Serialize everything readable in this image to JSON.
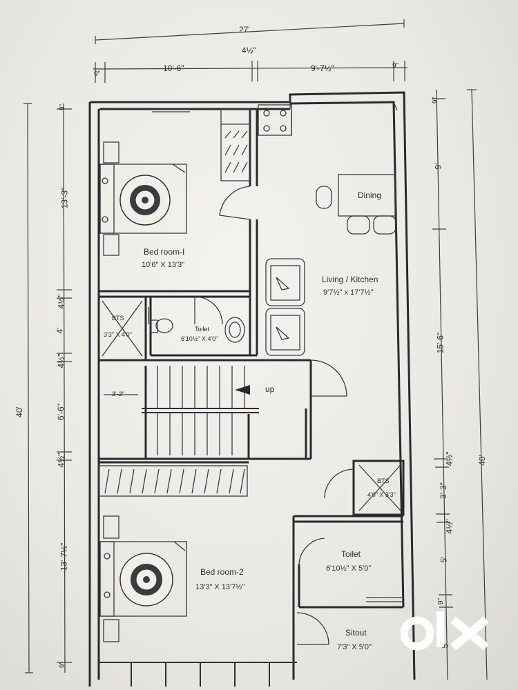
{
  "top_dims": {
    "overall": "27'",
    "stair_wall": "4½\"",
    "left_wall": "9\"",
    "bedroom_width": "10'-6\"",
    "right_width": "9'-7½\"",
    "right_wall": "9\""
  },
  "left_dims": {
    "overall": "40'",
    "top_wall": "9\"",
    "bedroom1": "13'-3\"",
    "wall_a": "4½\"",
    "bath": "4'",
    "wall_b": "4½\"",
    "stair": "6'-6\"",
    "wall_c": "4½\"",
    "bedroom2": "13'-7½\"",
    "bottom_wall": "9\""
  },
  "right_dims": {
    "overall": "40'",
    "top_wall": "9\"",
    "dining": "9'",
    "living": "15'-6\"",
    "wall_a": "4½\"",
    "bath": "3'-3\"",
    "wall_b": "4½\"",
    "toilet": "5'",
    "wall_c": "9\"",
    "sitout": "5'"
  },
  "rooms": {
    "bedroom1": {
      "title": "Bed room-I",
      "size": "10'6\" X 13'3\""
    },
    "bedroom2": {
      "title": "Bed room-2",
      "size": "13'3\" X 13'7½\""
    },
    "living": {
      "title": "Living / Kitchen",
      "size": "9'7½\" x 17'7½\""
    },
    "dining": {
      "title": "Dining"
    },
    "toilet1": {
      "title": "Toilet",
      "size": "6'10½\" X 4'0\""
    },
    "toilet2": {
      "title": "Toilet",
      "size": "6'10½\" X 5'0\""
    },
    "bath1": {
      "title": "BTS",
      "size": "3'3\" X 4'0\""
    },
    "bath2": {
      "title": "BTS",
      "size": "4'0\" X 3'3\""
    },
    "sitout": {
      "title": "Sitout",
      "size": "7'3\" X 5'0\""
    },
    "stair": {
      "label": "up",
      "passage": "3'-3\""
    }
  },
  "watermark": {
    "text": "olx",
    "color": "#ffffff"
  }
}
